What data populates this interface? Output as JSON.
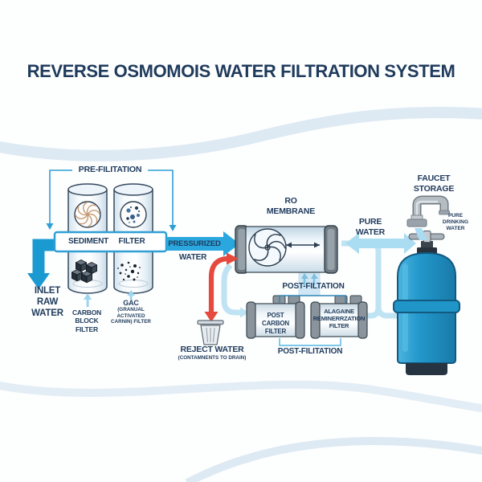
{
  "title": "REVERSE OSMOMOIS WATER FILTRATION SYSTEM",
  "pre_filtration": {
    "bracket_label": "PRE-FILITATION",
    "sediment_label": "SEDIMENT",
    "filter_label": "FILTER",
    "pressurized": "PRESSURIZED",
    "pressurized_sub": "WATER",
    "inlet": "INLET RAW WATER",
    "carbon_block": "CARBON BLOCK FILTER",
    "gac_title": "GAC",
    "gac_sub": "(GRANUAL ACTIVATED CARNIN) FILTER"
  },
  "membrane": {
    "label": "RO MEMBRANE"
  },
  "reject": {
    "label": "REJECT WATER",
    "sub": "(CONTAMNENTS TO DRAIN)"
  },
  "post_filtration": {
    "top_bracket": "POST-FILTATION",
    "bottom_bracket": "POST-FILITATION",
    "post_carbon": "POST CARBON FILTER",
    "alkaline": "ALAGAINE REMINERRZATION FILTER"
  },
  "output": {
    "pure_water": "PURE WATER",
    "faucet_storage": "FAUCET STORAGE",
    "pure_drinking": "PURE DRINKING WATER"
  },
  "icons": {
    "sediment_swirl": "tan-swirl-circle",
    "filter_particles": "blue-particle-circle",
    "carbon_cubes": "3d-cube-cluster",
    "gac_granules": "dark-speckles",
    "membrane_swirl": "navy-spiral",
    "trash_can": "waste-bin",
    "faucet": "gray-faucet",
    "tank_valve": "t-valve"
  },
  "colors": {
    "navy_text": "#1f3b5c",
    "blue_arrow": "#1d9fd8",
    "pressurized_arrow": "#29a7de",
    "light_blue_arrow": "#aadcf2",
    "pipe": "#bfe3f3",
    "reject_red": "#e6493d",
    "tank_blue": "#2196c9",
    "bracket_blue": "#2f9fd6",
    "wave": "#dde9f3"
  }
}
